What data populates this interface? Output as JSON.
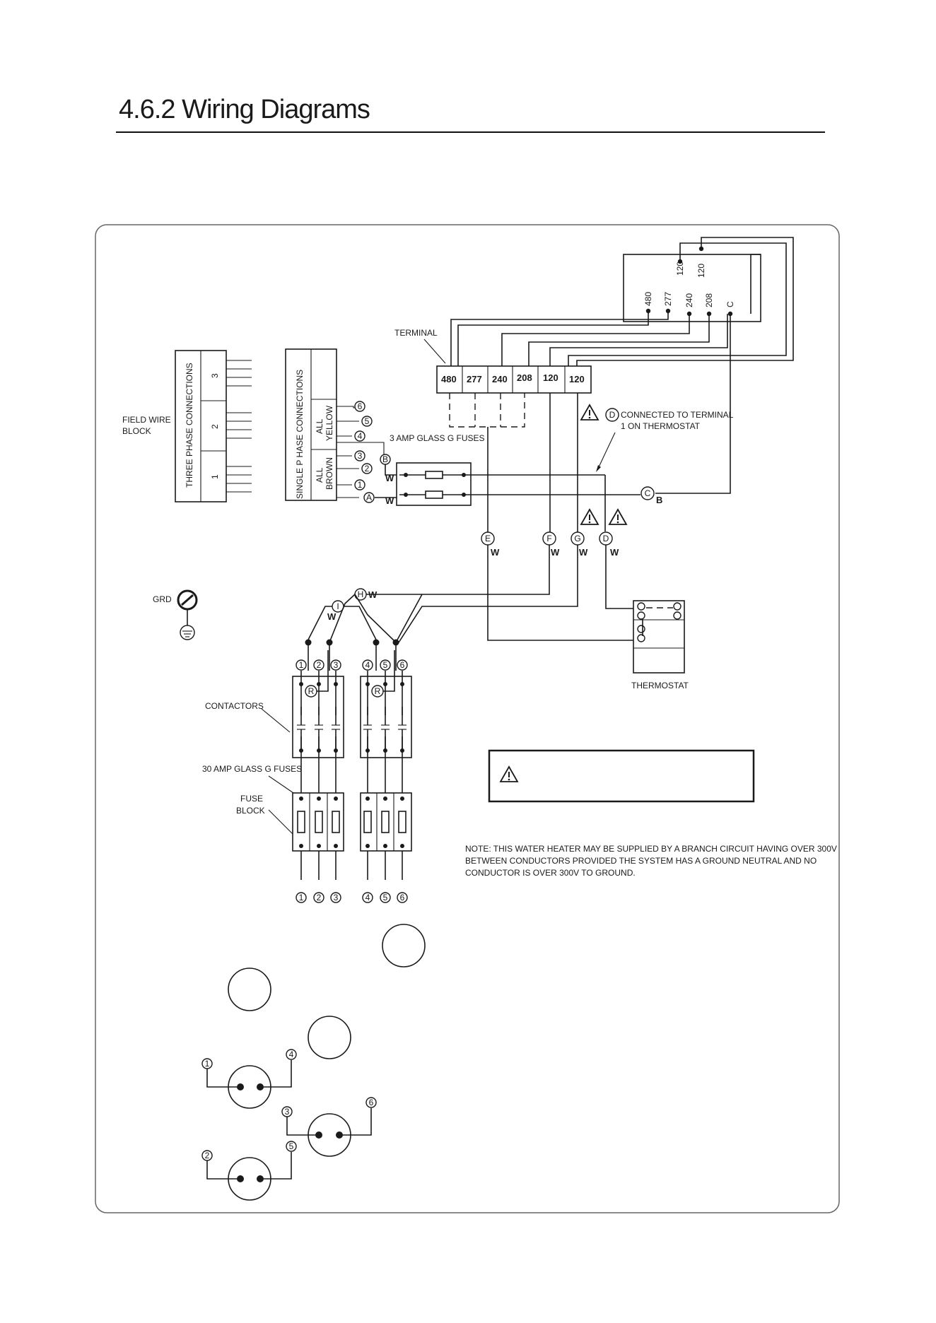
{
  "header": {
    "title": "4.6.2  Wiring Diagrams"
  },
  "labels": {
    "terminal": "TERMINAL",
    "field_wire_block_1": "FIELD WIRE",
    "field_wire_block_2": "BLOCK",
    "three_phase": "THREE PHASE CONNECTIONS",
    "single_phase": "SINGLE P HASE CONNECTIONS",
    "all_yellow_1": "ALL",
    "all_yellow_2": "YELLOW",
    "all_brown_1": "ALL",
    "all_brown_2": "BROWN",
    "fuses_3amp": "3 AMP GLASS G FUSES",
    "connected_1": "CONNECTED TO TERMINAL",
    "connected_2": "1 ON THERMOSTAT",
    "grd": "GRD",
    "contactors": "CONTACTORS",
    "fuses_30amp": "30 AMP GLASS G FUSES",
    "fuse_block_1": "FUSE",
    "fuse_block_2": "BLOCK",
    "thermostat": "THERMOSTAT",
    "note_1": "NOTE: THIS WATER HEATER MAY BE SUPPLIED BY A BRANCH CIRCUIT HAVING OVER 300V",
    "note_2": "BETWEEN CONDUCTORS PROVIDED THE SYSTEM HAS A GROUND NEUTRAL AND NO",
    "note_3": "CONDUCTOR IS OVER 300V TO GROUND."
  },
  "terminal_block": [
    "480",
    "277",
    "240",
    "208",
    "120",
    "120"
  ],
  "transformer": {
    "top_terminals": [
      "120",
      "120"
    ],
    "bottom_terminals": [
      "480",
      "277",
      "240",
      "208",
      "C"
    ]
  },
  "three_phase_terminals": [
    "3",
    "2",
    "1"
  ],
  "single_phase_numbers": [
    "6",
    "5",
    "4",
    "3",
    "2",
    "1"
  ],
  "wire_tags": {
    "A": "A",
    "B": "B",
    "C": "C",
    "D": "D",
    "E": "E",
    "F": "F",
    "G": "G",
    "H": "H",
    "I": "I",
    "R": "R",
    "W": "W",
    "Bl": "B"
  },
  "contactor_numbers": [
    "1",
    "2",
    "3",
    "4",
    "5",
    "6"
  ],
  "element_numbers": [
    "1",
    "4",
    "3",
    "6",
    "2",
    "5"
  ]
}
